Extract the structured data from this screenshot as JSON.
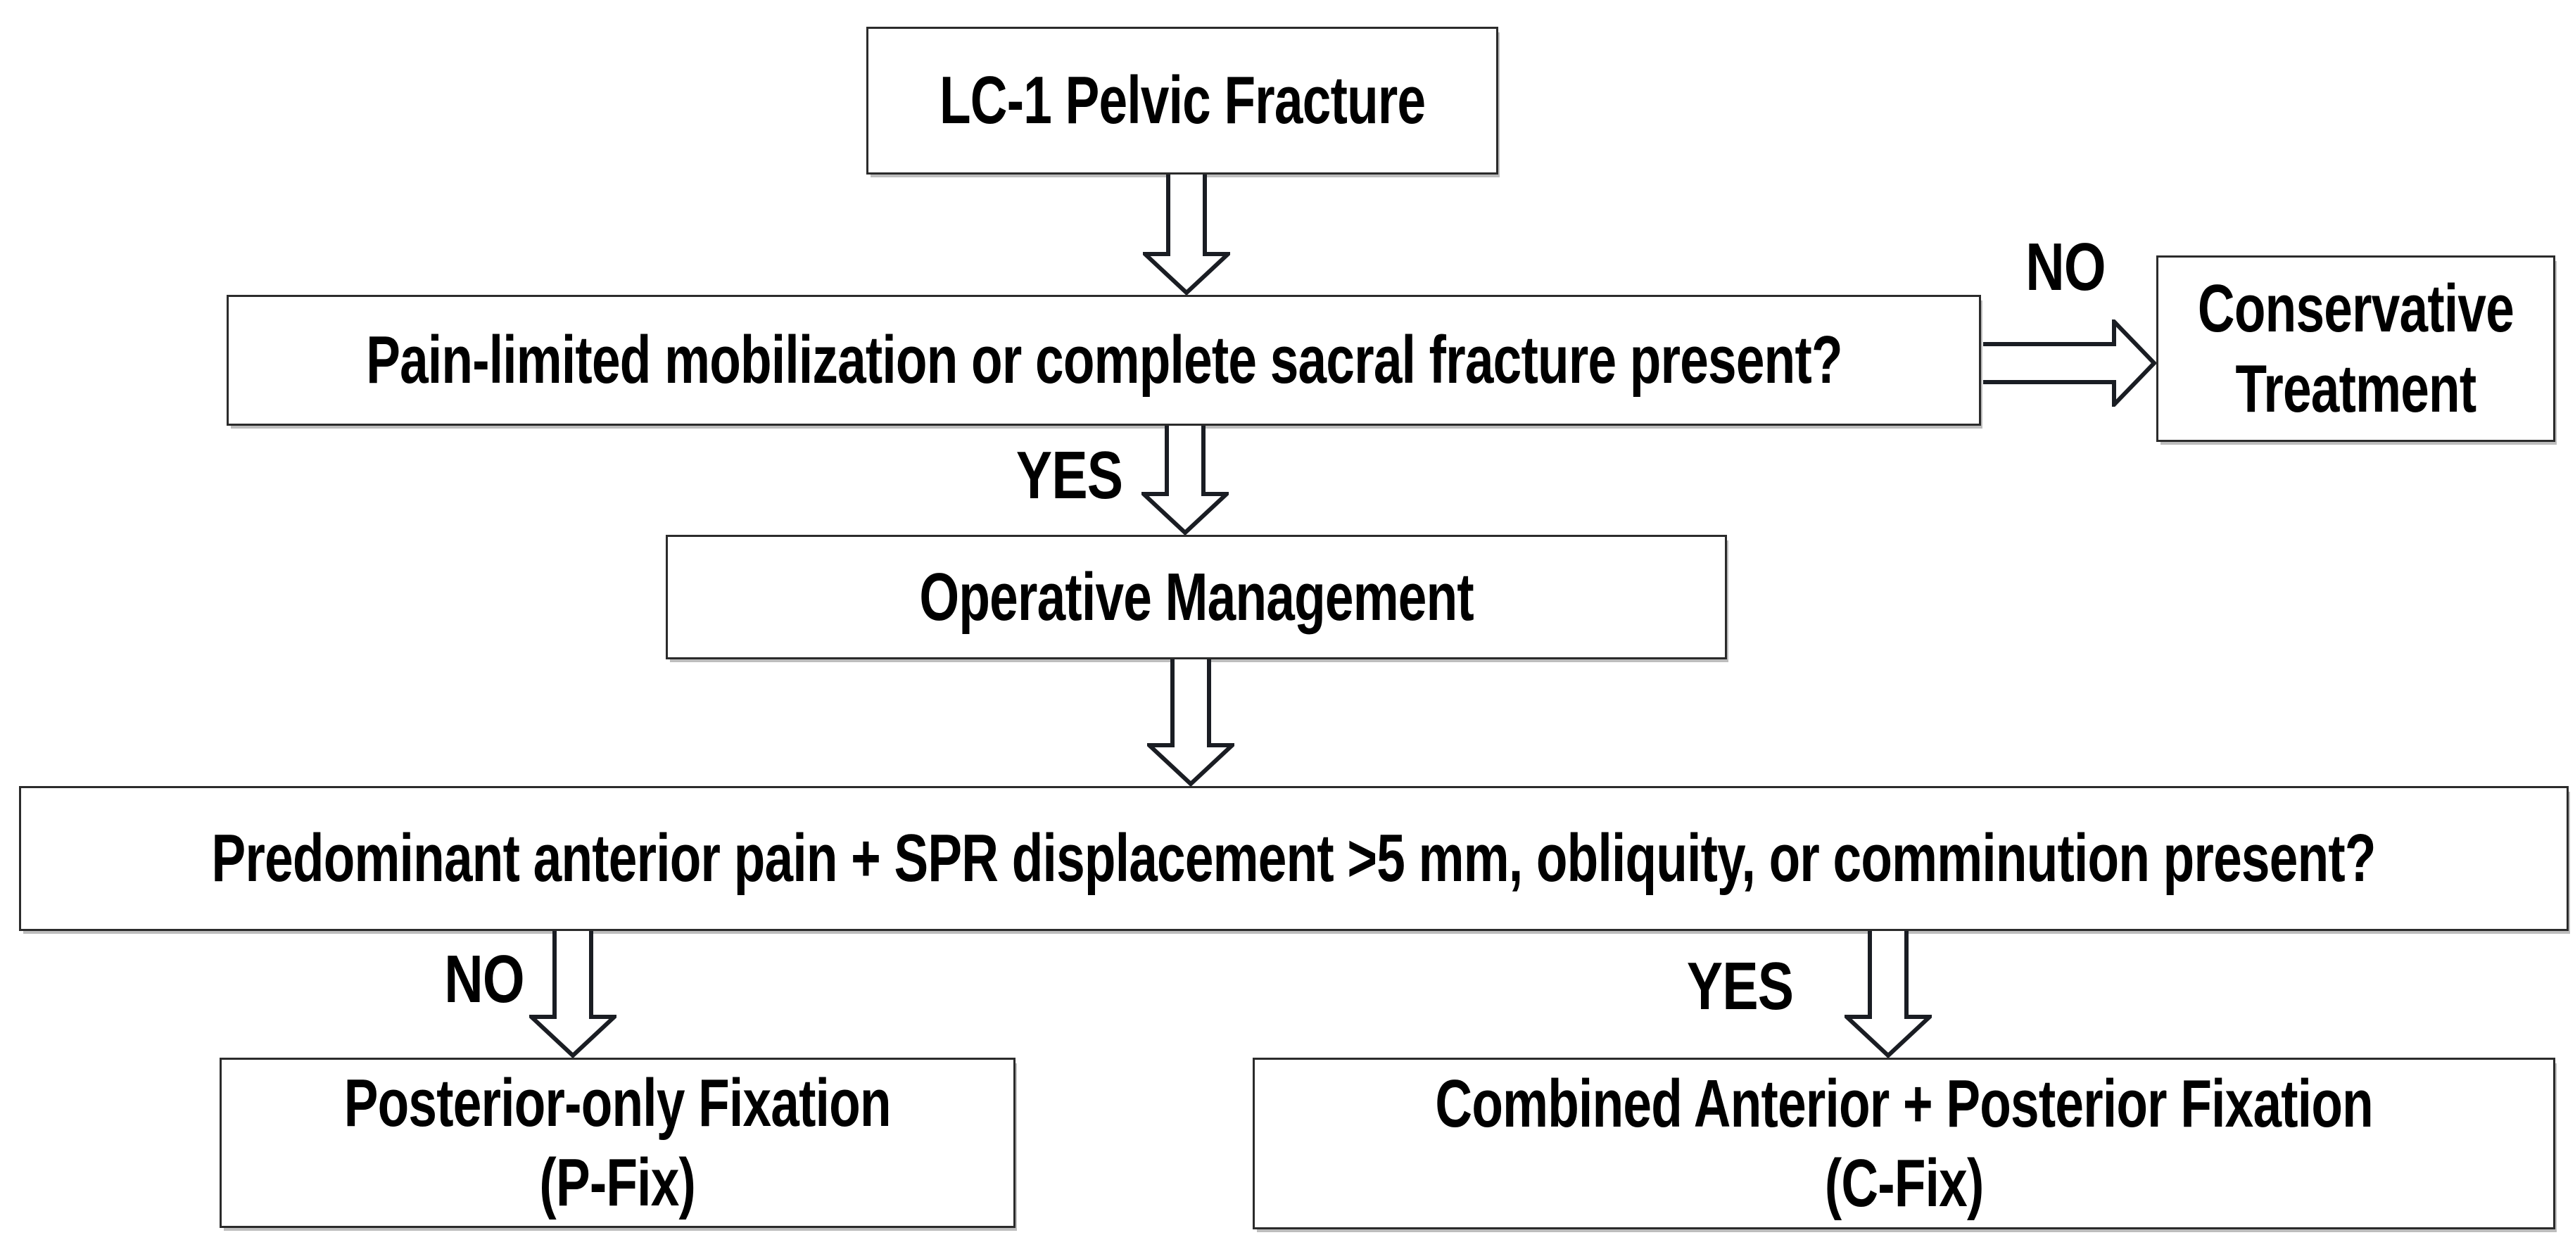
{
  "title": "LC-1 pelvic fracture treatment decision flowchart",
  "colors": {
    "background": "#ffffff",
    "box_fill": "#ffffff",
    "box_border": "#2b2b2b",
    "arrow_outline": "#1a1d23",
    "text": "#000000"
  },
  "nodes": {
    "lc1": {
      "label": "LC-1 Pelvic Fracture"
    },
    "triage_question": {
      "label": "Pain-limited mobilization or complete sacral fracture present?"
    },
    "conservative": {
      "lines": [
        "Conservative",
        "Treatment"
      ]
    },
    "operative": {
      "label": "Operative Management"
    },
    "fixation_question": {
      "label": "Predominant anterior pain + SPR displacement >5 mm, obliquity, or comminution present?"
    },
    "posterior_fixation": {
      "lines": [
        "Posterior-only Fixation",
        "(P-Fix)"
      ]
    },
    "combined_fixation": {
      "lines": [
        "Combined Anterior + Posterior Fixation",
        "(C-Fix)"
      ]
    }
  },
  "branch_labels": {
    "triage_no": "NO",
    "triage_yes": "YES",
    "fixation_no": "NO",
    "fixation_yes": "YES"
  }
}
